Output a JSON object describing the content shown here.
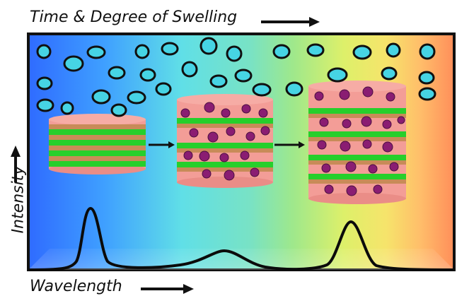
{
  "labels": {
    "top": "Time & Degree of Swelling",
    "left": "Intensity",
    "bottom": "Wavelength"
  },
  "colors": {
    "spectrum": [
      "#2f6bff",
      "#3f9cff",
      "#55d4e8",
      "#7be6cf",
      "#8fe8a0",
      "#c6ef6f",
      "#f7f36a",
      "#ffc36d",
      "#ff8f59"
    ],
    "cylinder_body": "#f4a09a",
    "layer_green": "#25d12a",
    "layer_brown": "#c58a57",
    "swell_particle": "#8a1d72",
    "free_particle": "#46d4e4",
    "dark": "#101010"
  },
  "icons": [
    "right-arrow-icon",
    "up-arrow-icon",
    "swelling-particle-icon",
    "stack-cylinder-icon"
  ]
}
